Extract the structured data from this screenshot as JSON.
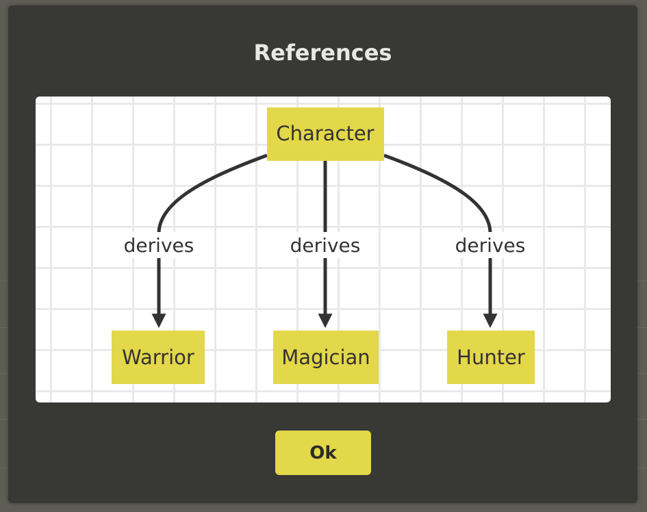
{
  "dialog": {
    "title": "References",
    "ok_label": "Ok"
  },
  "diagram": {
    "nodes": {
      "character": "Character",
      "warrior": "Warrior",
      "magician": "Magician",
      "hunter": "Hunter"
    },
    "edges": [
      {
        "from": "Character",
        "to": "Warrior",
        "label": "derives"
      },
      {
        "from": "Character",
        "to": "Magician",
        "label": "derives"
      },
      {
        "from": "Character",
        "to": "Hunter",
        "label": "derives"
      }
    ]
  },
  "colors": {
    "node_fill": "#e3d74a",
    "edge": "#333333",
    "modal_bg": "#383834"
  }
}
